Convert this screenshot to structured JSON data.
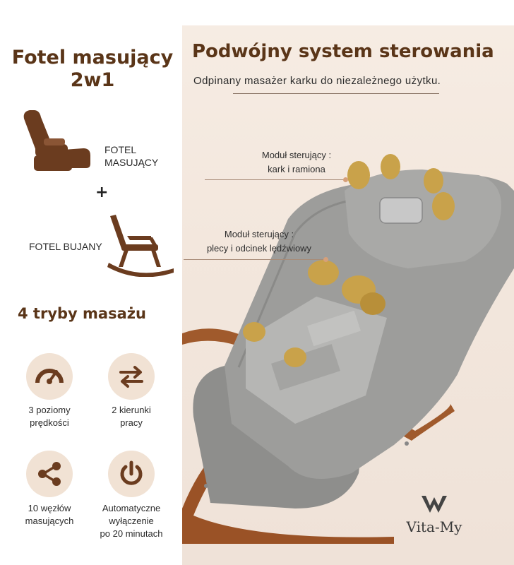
{
  "left": {
    "title_line1": "Fotel masujący",
    "title_line2": "2w1",
    "massage_chair_label_line1": "FOTEL",
    "massage_chair_label_line2": "MASUJĄCY",
    "plus": "+",
    "rocking_chair_label": "FOTEL BUJANY",
    "modes_title": "4 tryby masażu",
    "features": [
      {
        "icon": "speedometer-icon",
        "line1": "3 poziomy",
        "line2": "prędkości",
        "line3": ""
      },
      {
        "icon": "swap-arrows-icon",
        "line1": "2 kierunki",
        "line2": "pracy",
        "line3": ""
      },
      {
        "icon": "share-nodes-icon",
        "line1": "10 węzłów",
        "line2": "masujących",
        "line3": ""
      },
      {
        "icon": "power-icon",
        "line1": "Automatyczne",
        "line2": "wyłączenie",
        "line3": "po 20 minutach"
      }
    ]
  },
  "right": {
    "title": "Podwójny system sterowania",
    "subtitle": "Odpinany masażer karku do niezależnego użytku.",
    "module1_line1": "Moduł sterujący :",
    "module1_line2": "kark i ramiona",
    "module2_line1": "Moduł sterujący :",
    "module2_line2": "plecy i odcinek lędźwiowy"
  },
  "brand": {
    "name": "Vita-My"
  },
  "colors": {
    "brown": "#5a3518",
    "icon_brown": "#6b3c1f",
    "peach_bg": "#f1e2d4",
    "fabric": "#9a9a98",
    "wood": "#a05a2c",
    "gold": "#c9a24a"
  }
}
